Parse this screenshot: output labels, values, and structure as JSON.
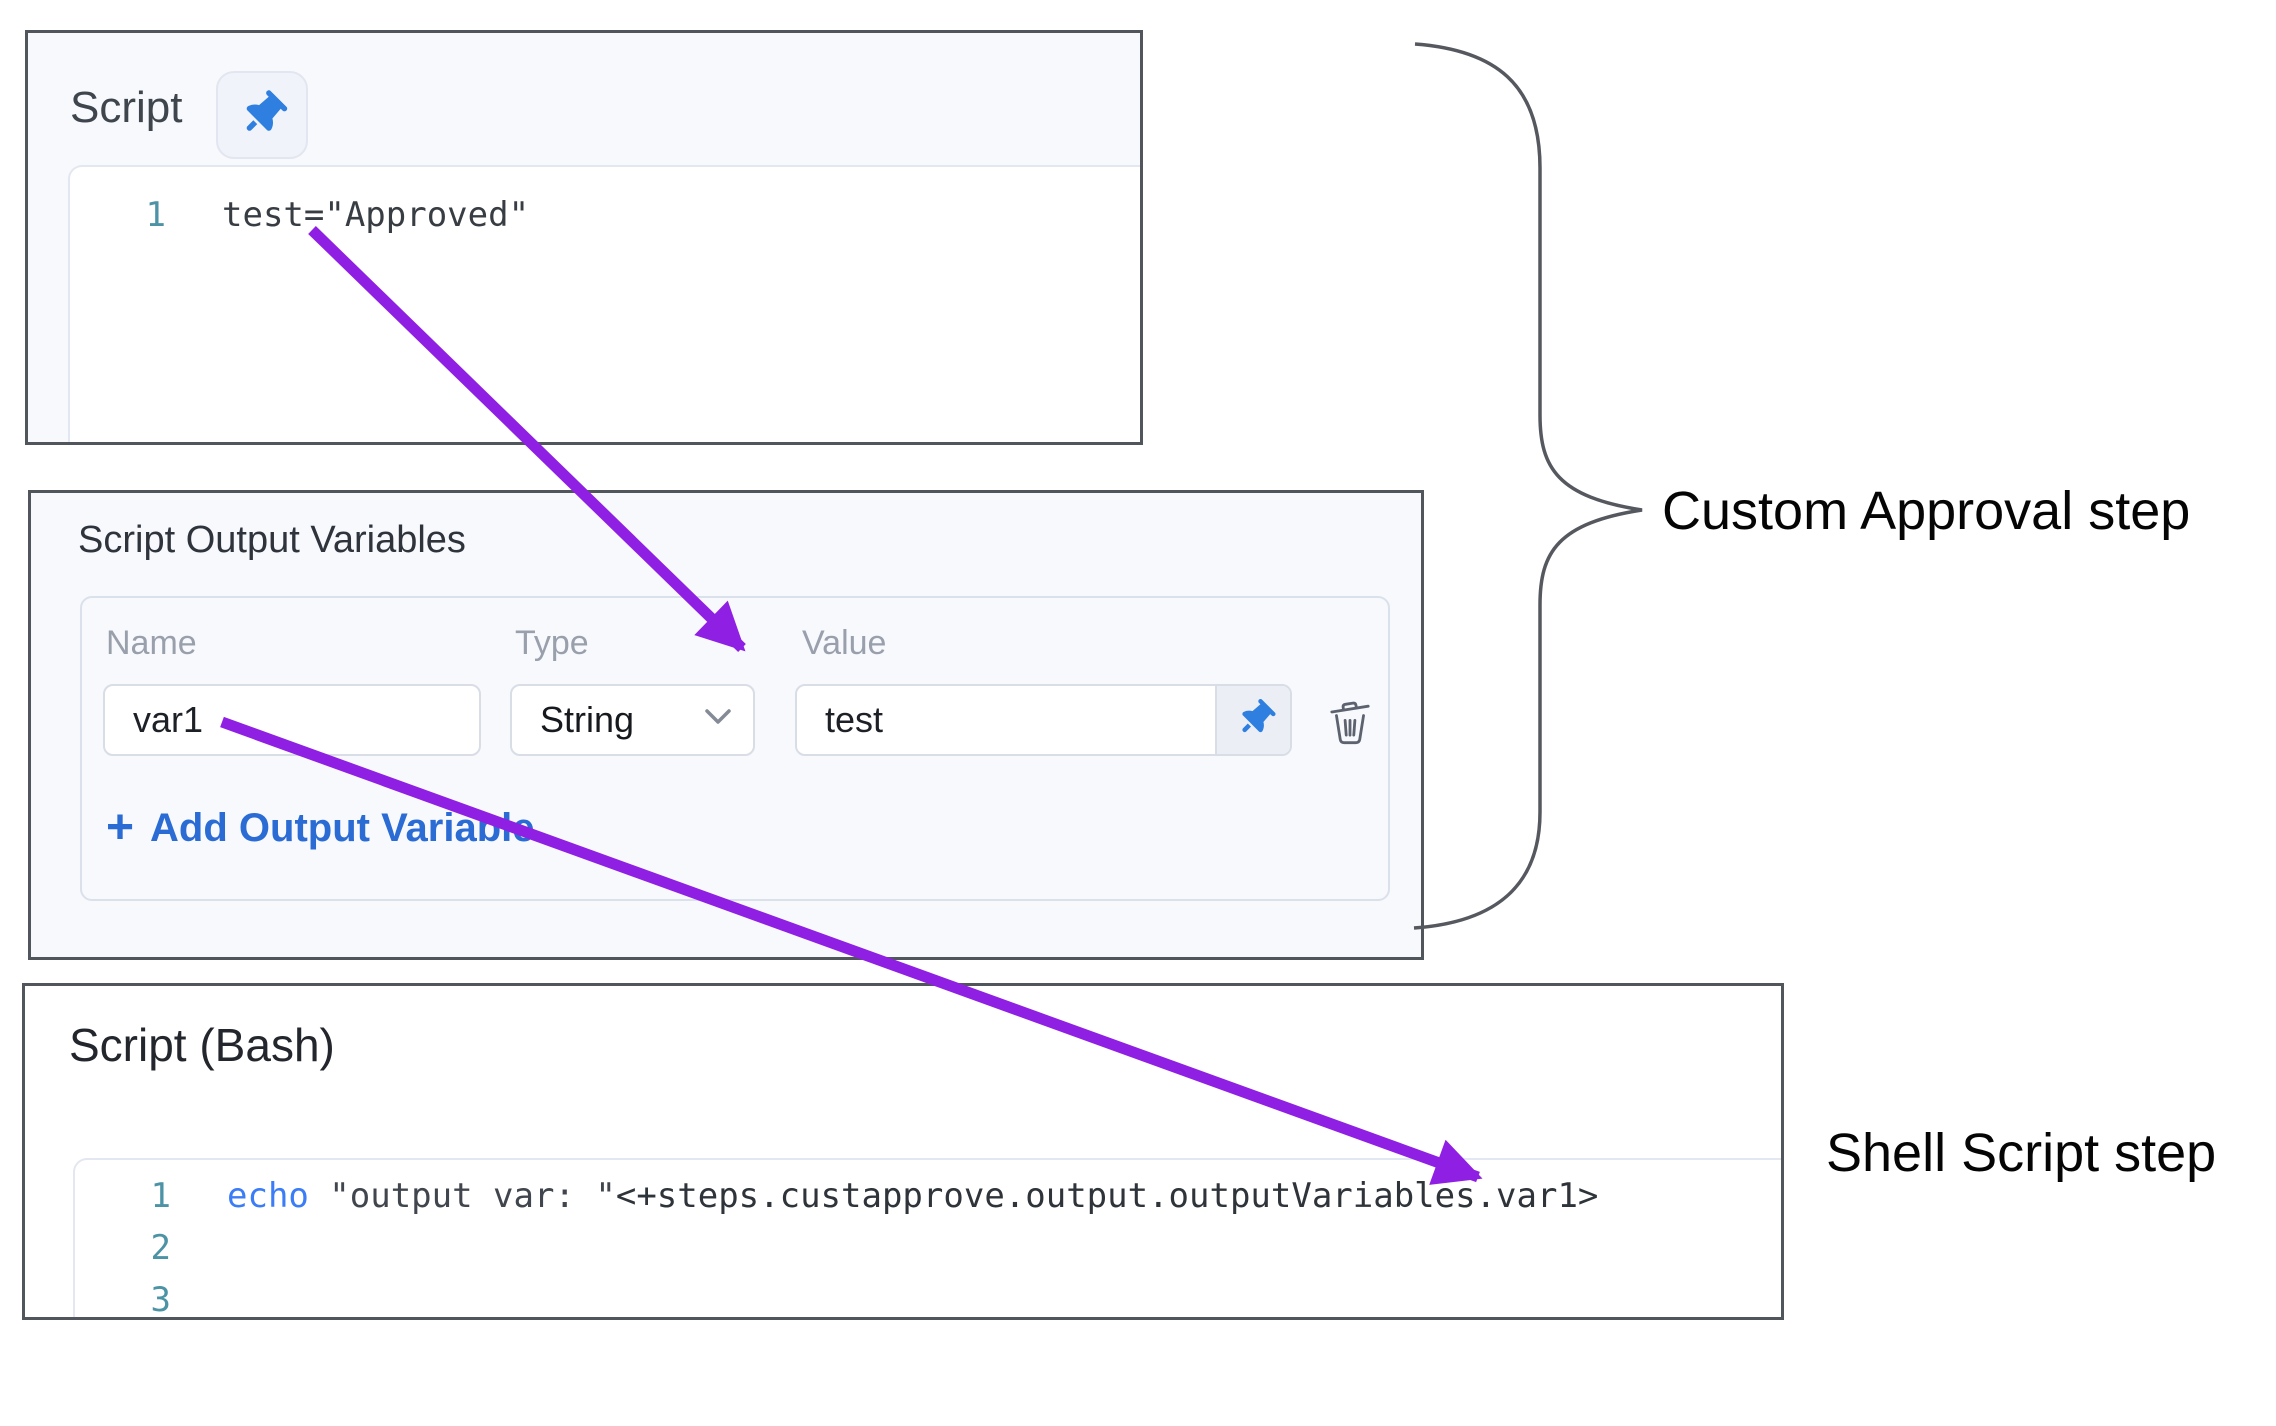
{
  "script_panel": {
    "title": "Script",
    "code_lines": [
      {
        "number": "1",
        "text": "test=\"Approved\""
      }
    ]
  },
  "output_variables_panel": {
    "title": "Script Output Variables",
    "columns": {
      "name": "Name",
      "type": "Type",
      "value": "Value"
    },
    "row": {
      "name": "var1",
      "type": "String",
      "value": "test"
    },
    "add_plus": "+",
    "add_label": "Add Output Variable"
  },
  "bash_panel": {
    "title": "Script (Bash)",
    "code": {
      "line1": {
        "number": "1",
        "keyword": "echo",
        "string": "\"output var: \"",
        "expression": "<+steps.custapprove.output.outputVariables.var1>"
      },
      "line2_number": "2",
      "line3_number": "3"
    }
  },
  "annotations": {
    "custom_approval": "Custom Approval step",
    "shell_script": "Shell Script step"
  },
  "icons": {
    "pin": "pushpin-icon",
    "trash": "trash-icon",
    "chevron": "chevron-down-icon",
    "plus": "plus-icon"
  },
  "colors": {
    "arrow-purple": "#8f1fe3",
    "pin-blue": "#2e7fe0",
    "link-blue": "#2b6bd4",
    "keyword-blue": "#3b7cf7",
    "linenum-teal": "#4c93a5",
    "panel-border": "#51565c",
    "panel-bg": "#f7f9fd"
  }
}
